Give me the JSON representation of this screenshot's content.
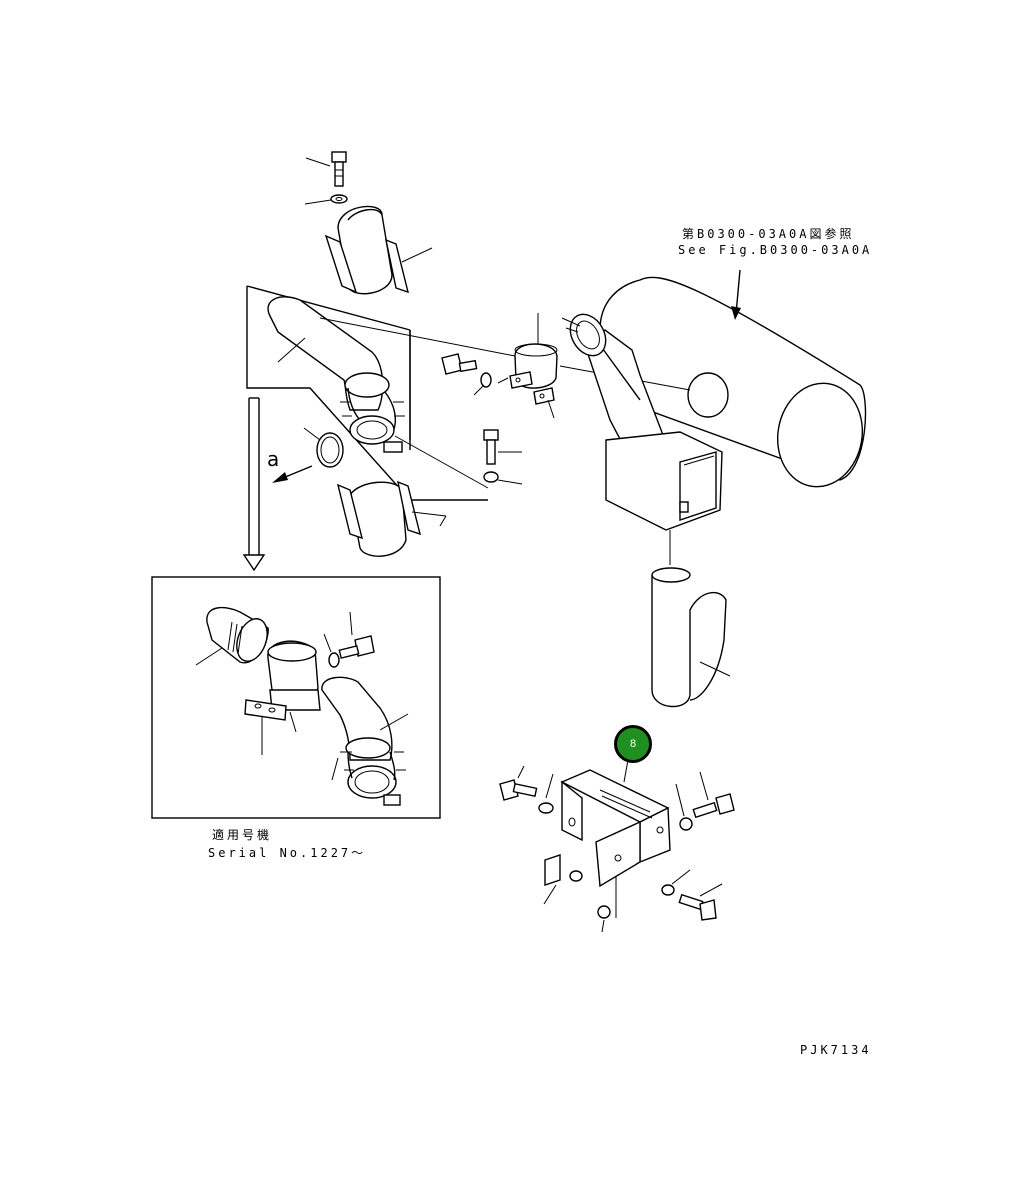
{
  "labels": {
    "ref_jp": "第B0300-03A0A図参照",
    "ref_en": "See Fig.B0300-03A0A",
    "view_letter": "a",
    "serial_jp": "適用号機",
    "serial_en": "Serial No.1227～",
    "drawing_code": "PJK7134"
  },
  "callout": {
    "number": "8",
    "color": "#1f8f1f"
  }
}
